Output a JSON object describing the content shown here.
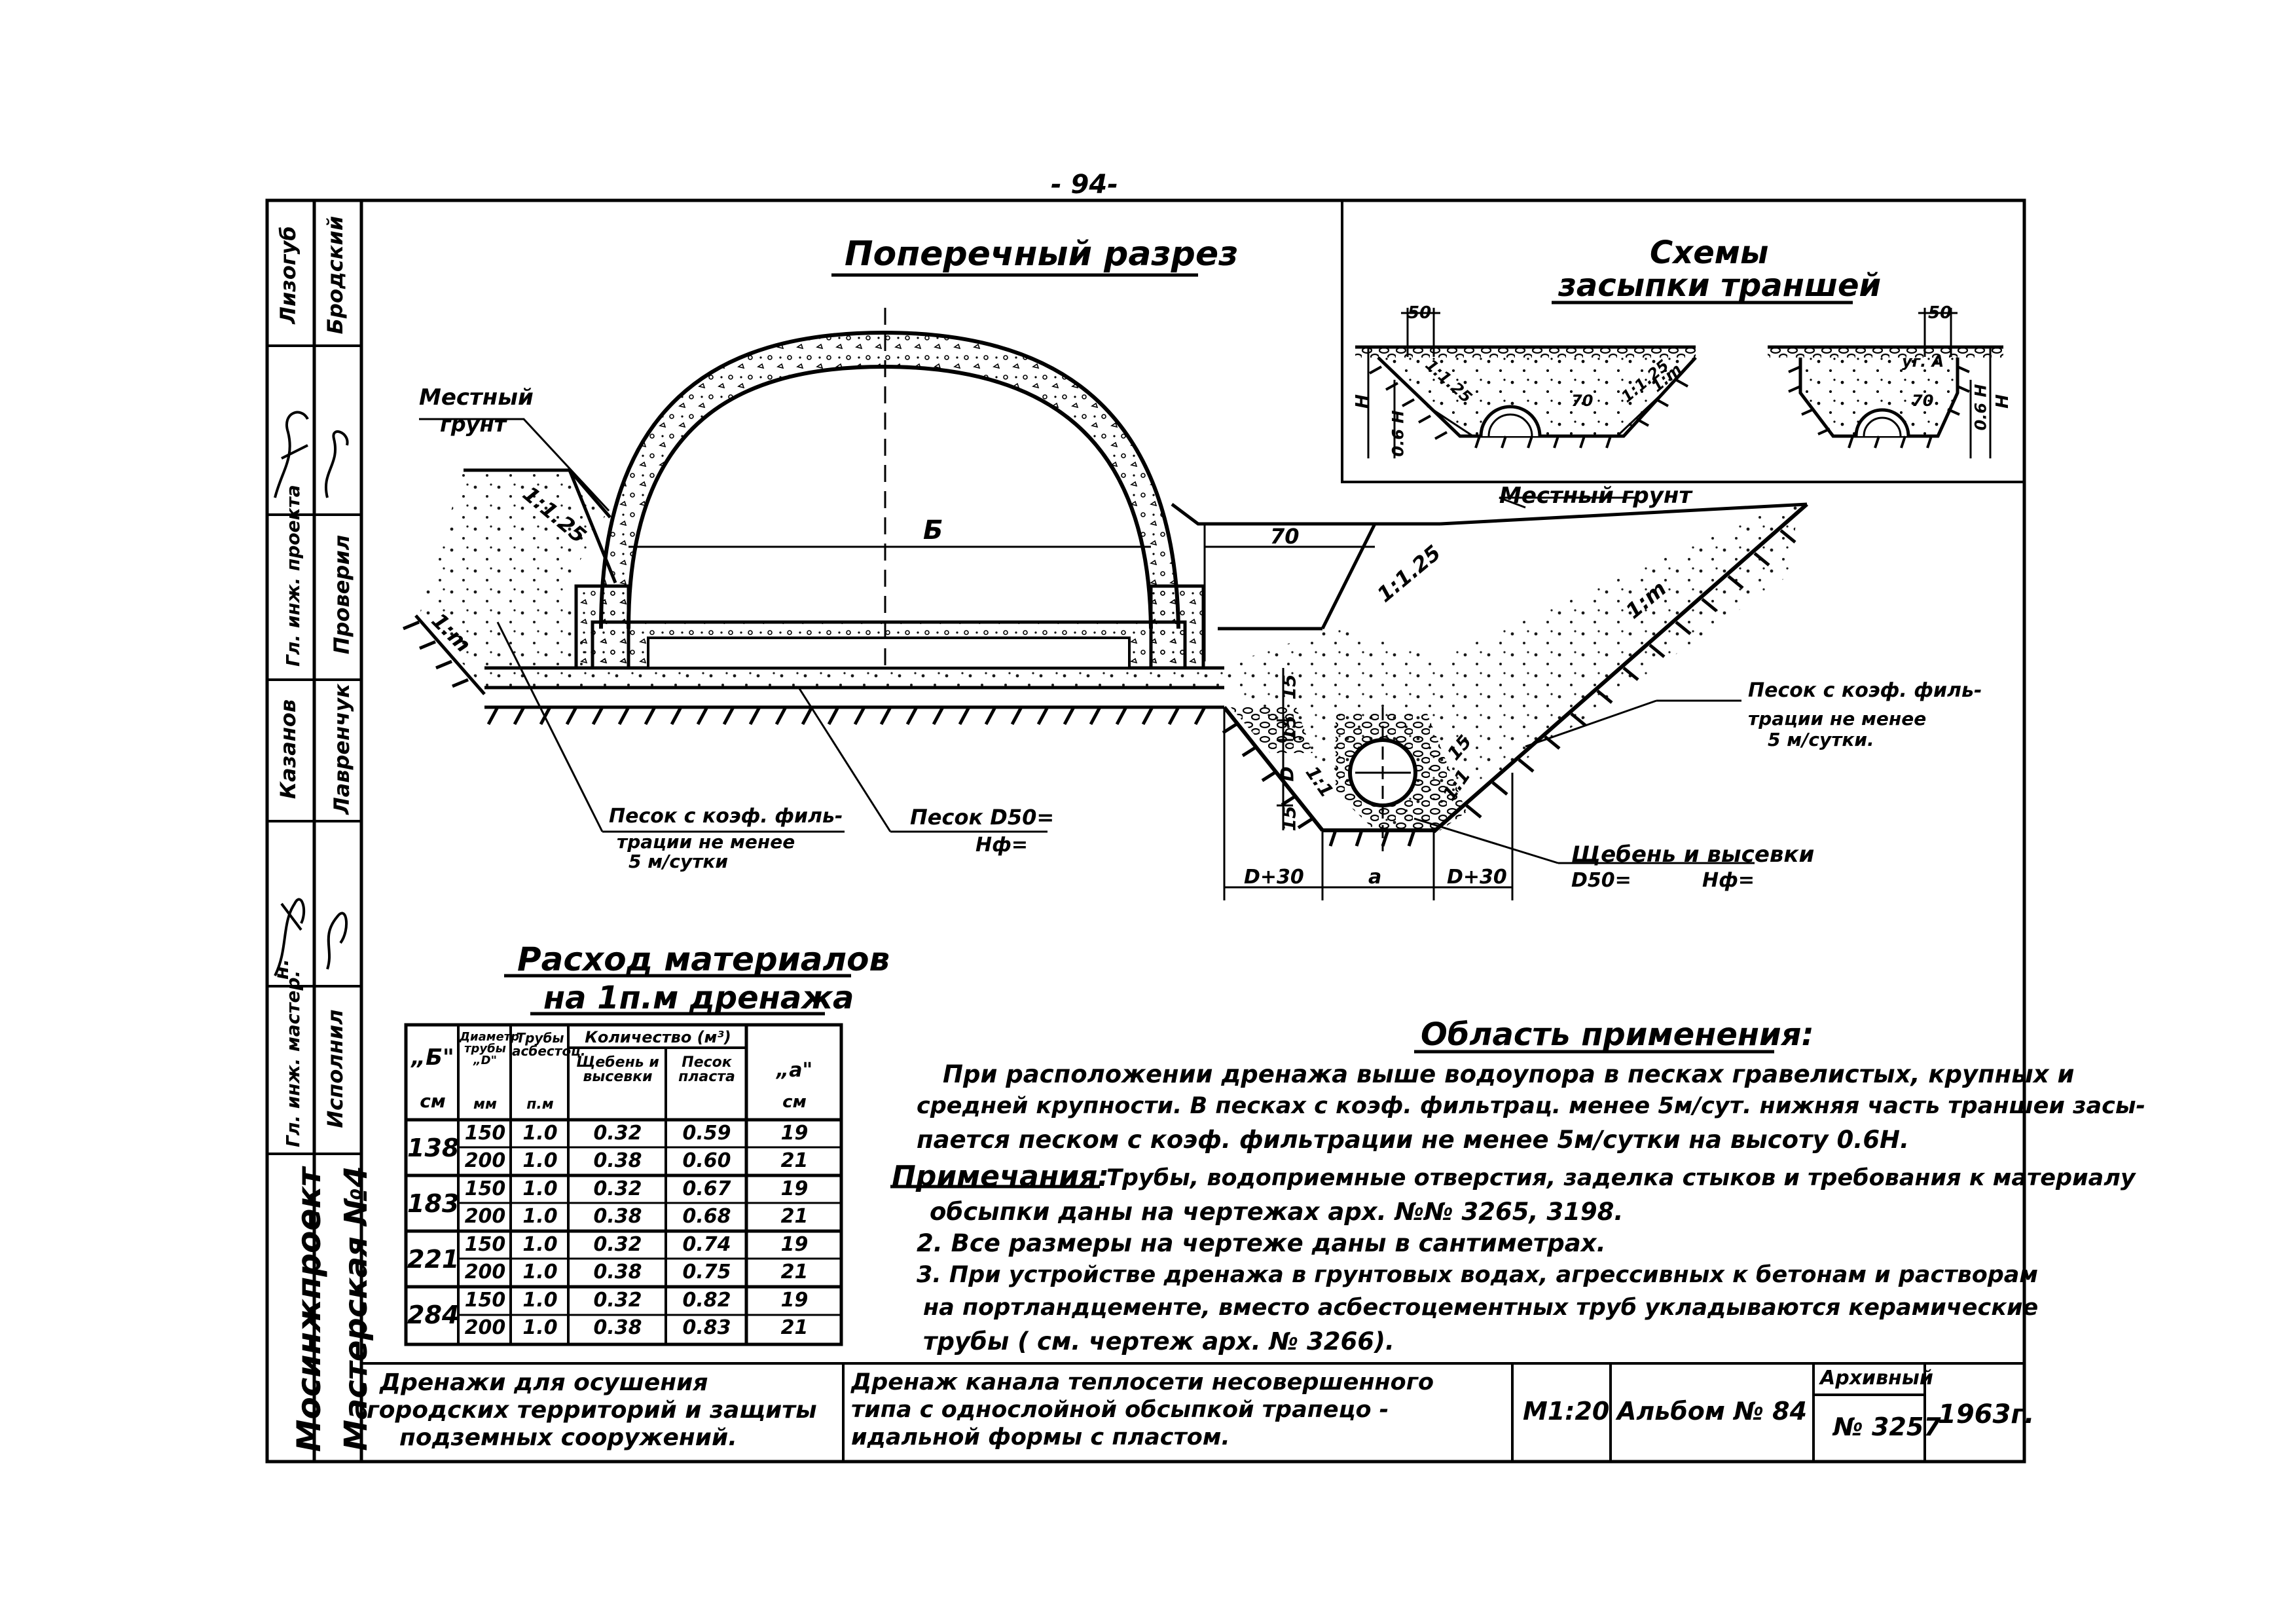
{
  "page_number": "- 94-",
  "titles": {
    "cross_section": "Поперечный разрез",
    "schemes_line1": "Схемы",
    "schemes_line2": "засыпки траншей",
    "materials_line1": "Расход материалов",
    "materials_line2": "на 1п.м дренажа",
    "application": "Область применения:"
  },
  "cross_section_labels": {
    "local_soil_left_1": "Местный",
    "local_soil_left_2": "грунт",
    "local_soil_right": "Местный грунт",
    "slope_left": "1:1.25",
    "slope_right": "1:1.25",
    "slope_m_left": "1:m",
    "slope_m_right": "1:m",
    "width_b": "Б",
    "dim_70": "70",
    "sand_left_1": "Песок с коэф. филь-",
    "sand_left_2": "трации не менее",
    "sand_left_3": "5 м/сутки",
    "sand_d50": "Песок D50=",
    "sand_nf": "Нф=",
    "sand_right_1": "Песок с коэф. филь-",
    "sand_right_2": "трации не менее",
    "sand_right_3": "5 м/сутки.",
    "gravel": "Щебень и высевки",
    "gravel_d50": "D50=",
    "gravel_nf": "Нф=",
    "dim_15a": "15",
    "dim_15b": "15",
    "dim_15c": "15",
    "dim_15d": "15",
    "dim_d": "D",
    "slope_11a": "1:1",
    "slope_11b": "1:1",
    "dim_left": "D+30",
    "dim_mid": "a",
    "dim_right": "D+30"
  },
  "scheme_labels": {
    "dim_50_left": "50",
    "dim_50_right": "50",
    "slope_a": "1:1.25",
    "slope_b": "1:1.25",
    "slope_c": "1:m",
    "dim_70": "70",
    "h_left": "H",
    "h_right": "H",
    "h06_left": "0.6 H",
    "h06_right": "0.6 H",
    "dim_70_right": "70",
    "ug_a": "уг. A"
  },
  "materials_table": {
    "header": {
      "b_col": "„Б\"",
      "b_unit": "см",
      "d_col": "Диаметр трубы „D\"",
      "d_unit": "мм",
      "pipes_col": "Трубы асбестоц.",
      "pipes_unit": "п.м",
      "qty_col": "Количество (м³)",
      "gravel_col": "Щебень и высевки",
      "sand_col": "Песок пласта",
      "a_col": "„а\"",
      "a_unit": "см"
    },
    "groups": [
      {
        "b": "138",
        "rows": [
          {
            "d": "150",
            "pipe": "1.0",
            "gravel": "0.32",
            "sand": "0.59",
            "a": "19"
          },
          {
            "d": "200",
            "pipe": "1.0",
            "gravel": "0.38",
            "sand": "0.60",
            "a": "21"
          }
        ]
      },
      {
        "b": "183",
        "rows": [
          {
            "d": "150",
            "pipe": "1.0",
            "gravel": "0.32",
            "sand": "0.67",
            "a": "19"
          },
          {
            "d": "200",
            "pipe": "1.0",
            "gravel": "0.38",
            "sand": "0.68",
            "a": "21"
          }
        ]
      },
      {
        "b": "221",
        "rows": [
          {
            "d": "150",
            "pipe": "1.0",
            "gravel": "0.32",
            "sand": "0.74",
            "a": "19"
          },
          {
            "d": "200",
            "pipe": "1.0",
            "gravel": "0.38",
            "sand": "0.75",
            "a": "21"
          }
        ]
      },
      {
        "b": "284",
        "rows": [
          {
            "d": "150",
            "pipe": "1.0",
            "gravel": "0.32",
            "sand": "0.82",
            "a": "19"
          },
          {
            "d": "200",
            "pipe": "1.0",
            "gravel": "0.38",
            "sand": "0.83",
            "a": "21"
          }
        ]
      }
    ]
  },
  "application_text": {
    "line1": "При расположении дренажа выше водоупора в песках гравелистых, крупных и",
    "line2": "средней крупности. В песках с коэф. фильтрац. менее 5м/сут. нижняя часть траншеи засы-",
    "line3": "пается песком с коэф. фильтрации не менее 5м/сутки на высоту 0.6Н."
  },
  "notes": {
    "label": "Примечания:",
    "n1a": "Трубы, водоприемные отверстия, заделка стыков и требования к материалу",
    "n1b": "обсыпки даны на чертежах арх. №№ 3265, 3198.",
    "n2": "2. Все размеры на чертеже даны в сантиметрах.",
    "n3a": "3. При устройстве дренажа в грунтовых водах, агрессивных к бетонам и растворам",
    "n3b": "на портландцементе, вместо асбестоцементных труб укладываются керамические",
    "n3c": "трубы ( см. чертеж арх. № 3266)."
  },
  "side_stamp": {
    "org": "Мосинжпроект",
    "workshop": "Мастерская №4",
    "role_chief": "Гл. инж. мастер.",
    "role_exec": "Исполнил",
    "role_check": "Гл. инж. проекта",
    "role_verify": "Проверил",
    "name_1": "Лизогуб",
    "name_2": "Бродский",
    "name_3": "Казанов",
    "name_4": "Лавренчук",
    "role_n": "н."
  },
  "title_block": {
    "desc1_line1": "Дренажи для осушения",
    "desc1_line2": "городских территорий и защиты",
    "desc1_line3": "подземных сооружений.",
    "desc2_line1": "Дренаж канала теплосети несовершенного",
    "desc2_line2": "типа с однослойной обсыпкой трапецо -",
    "desc2_line3": "идальной формы с пластом.",
    "scale": "М1:20",
    "album": "Альбом № 84",
    "archive_label": "Архивный",
    "archive_no": "№ 3257",
    "year": "1963г."
  }
}
